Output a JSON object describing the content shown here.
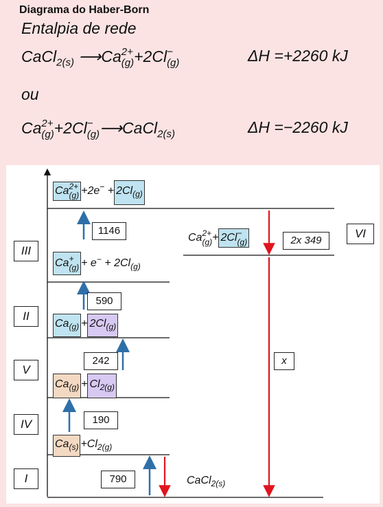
{
  "header": {
    "title": "Diagrama do Haber-Born",
    "subtitle": "Entalpia de rede",
    "separator": "ou"
  },
  "equations": [
    {
      "reactant": "CaCl",
      "r_sub": "2(s)",
      "product_1": "Ca",
      "p1_sup": "2+",
      "p1_sub": "(g)",
      "middle": "+2",
      "product_2": "Cl",
      "p2_sup": "−",
      "p2_sub": "(g)",
      "dh": "ΔH =+2260 kJ"
    },
    {
      "reactant": "Ca",
      "r_sup": "2+",
      "r_sub": "(g)",
      "middle": "+2",
      "reactant_2": "Cl",
      "r2_sup": "−",
      "r2_sub": "(g)",
      "product_1": "CaCl",
      "p1_sub": "2(s)",
      "dh": "ΔH =−2260 kJ"
    }
  ],
  "diagram": {
    "levels": [
      {
        "species": "Ca",
        "sup": "2+",
        "sub": "(g)",
        "plus_e": "+2e",
        "e_sup": "−",
        "plus": "+",
        "species_2": "2Cl",
        "sub_2": "(g)"
      },
      {
        "species": "Ca",
        "sup": "2+",
        "sub": "(g)",
        "plus": "+",
        "species_2": "2Cl",
        "sup_2": "−",
        "sub_2": "(g)"
      },
      {
        "species": "Ca",
        "sup": "+",
        "sub": "(g)",
        "plus_e": "+ e",
        "e_sup": "−",
        "plus": "+ 2Cl",
        "sub_2": "(g)"
      },
      {
        "species": "Ca",
        "sub": "(g)",
        "plus": "+",
        "species_2": "2Cl",
        "sub_2": "(g)"
      },
      {
        "species": "Ca",
        "sub": "(g)",
        "plus": "+",
        "species_2": "Cl",
        "sub_2": "2(g)"
      },
      {
        "species": "Ca",
        "sub": "(s)",
        "plus": "+Cl",
        "sub_2": "2(g)"
      },
      {
        "species": "CaCl",
        "sub": "2(s)"
      }
    ],
    "values": {
      "v1146": "1146",
      "v590": "590",
      "v242": "242",
      "v190": "190",
      "v790": "790",
      "v349": "2x 349",
      "x": "x"
    },
    "roman": {
      "III": "III",
      "II": "II",
      "V": "V",
      "IV": "IV",
      "I": "I",
      "VI": "VI"
    },
    "colors": {
      "arrow_up": "#2f6fa8",
      "arrow_down": "#e0141e",
      "blue_box": "#bfe3f0",
      "tan_box": "#f3d9c2",
      "lav_box": "#d7c9f2"
    }
  }
}
